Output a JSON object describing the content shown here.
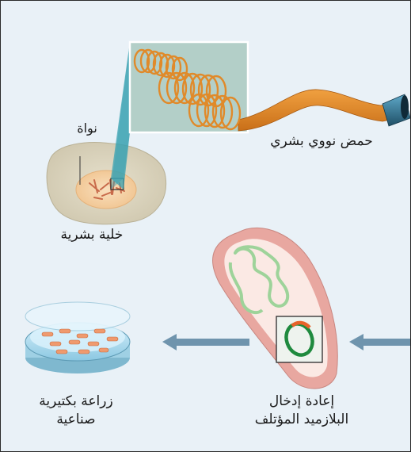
{
  "labels": {
    "nucleus": "نواة",
    "human_dna": "حمض نووي بشري",
    "human_cell": "خلية بشرية",
    "culture_line1": "زراعة بكتيرية",
    "culture_line2": "صناعية",
    "reinsert_line1": "إعادة إدخال",
    "reinsert_line2": "البلازميد المؤتلف"
  },
  "colors": {
    "background": "#e9f1f7",
    "dna_orange": "#e08a2a",
    "dna_cap": "#2f6f8f",
    "cell_body": "#d9d3bf",
    "nucleus": "#f6d4aa",
    "magnify_teal": "#2f8f9f",
    "bacterium_wall": "#e8a7a0",
    "bacterium_inner": "#fbe9e4",
    "chromosome": "#9ed39a",
    "plasmid_green": "#1f8a3e",
    "plasmid_insert": "#e8632a",
    "arrow": "#6f94ad",
    "dish": "#a9d8ec"
  },
  "icons": {
    "magnify_box": "square-outline-icon",
    "arrows": "arrow-left-icon"
  }
}
